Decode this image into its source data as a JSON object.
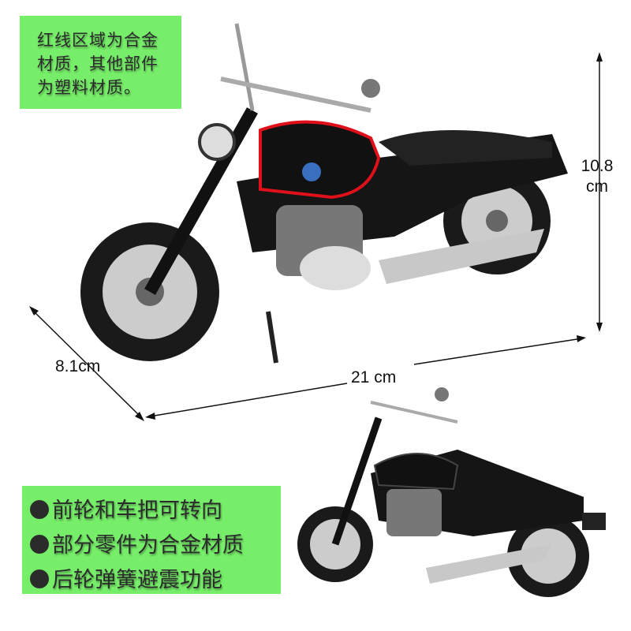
{
  "note": {
    "text": "红线区域为合金材质，其他部件为塑料材质。"
  },
  "dimensions": {
    "height": "10.8\ncm",
    "height_value": "10.8",
    "height_unit": "cm",
    "depth": "8.1cm",
    "length": "21 cm"
  },
  "features": [
    {
      "text": "前轮和车把可转向"
    },
    {
      "text": "部分零件为合金材质"
    },
    {
      "text": "后轮弹簧避震功能"
    }
  ],
  "colors": {
    "label_background": "#77ee6a",
    "alloy_outline": "#e0101a",
    "body": "#111111"
  }
}
